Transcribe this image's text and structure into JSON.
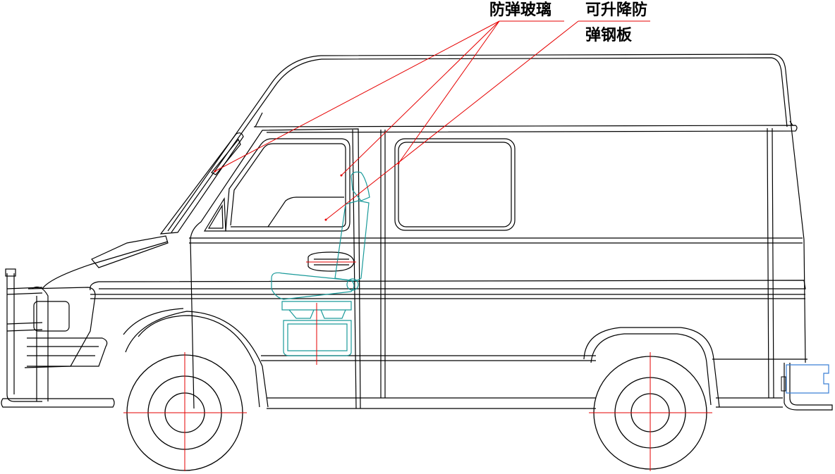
{
  "labels": {
    "bulletproof_glass": "防弹玻璃",
    "steel_plate_line1": "可升降防",
    "steel_plate_line2": "弹钢板"
  },
  "colors": {
    "outline": "#000000",
    "leader": "#e60000",
    "seat": "#1a9a9a",
    "box": "#3a7fd5"
  }
}
